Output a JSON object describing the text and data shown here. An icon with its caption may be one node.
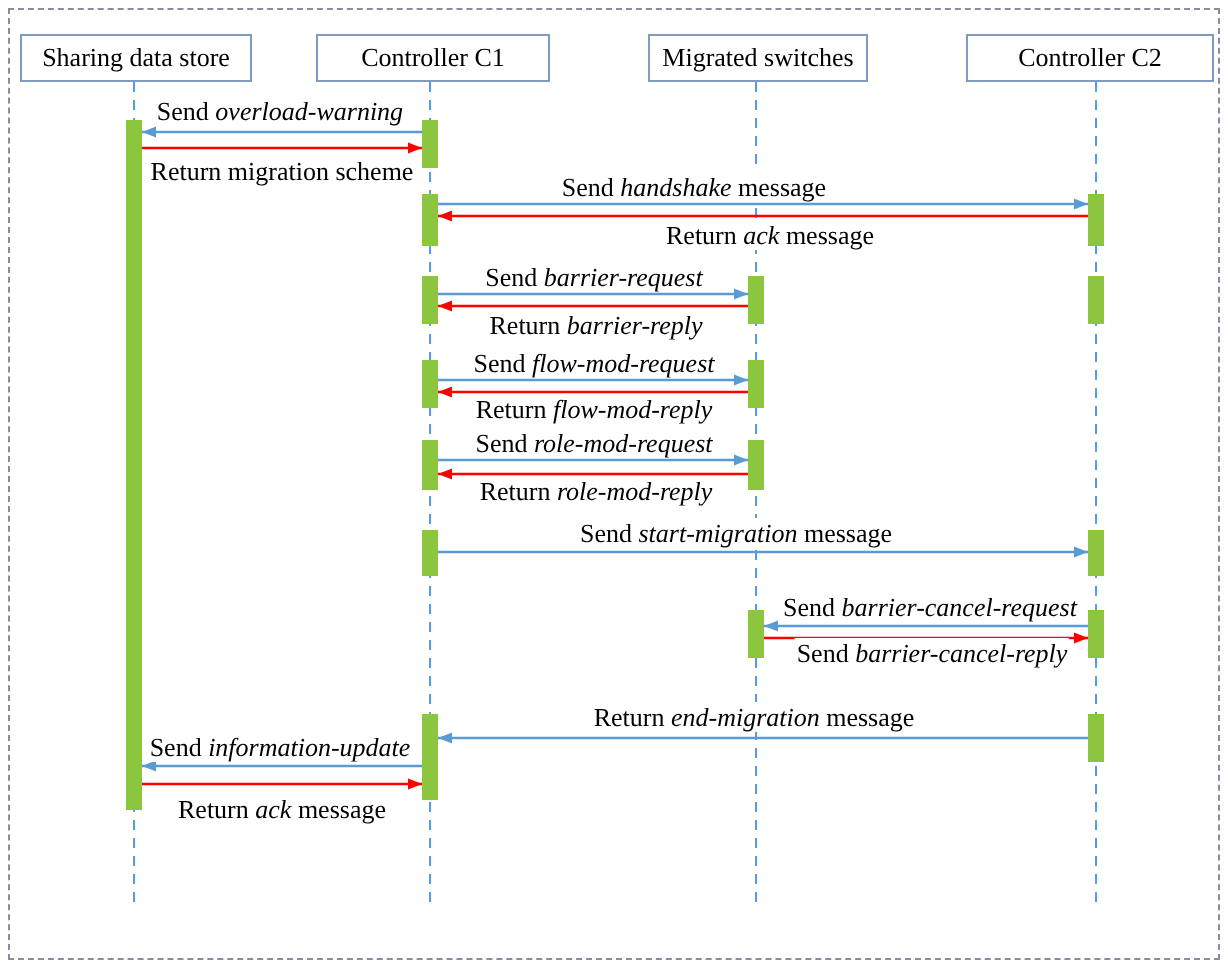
{
  "diagram": {
    "nodes": [
      {
        "text": [
          "Sharing data store"
        ]
      },
      {
        "text": [
          "Controller C1"
        ]
      },
      {
        "text": [
          "Migrated switches"
        ]
      },
      {
        "text": [
          "Controller C2"
        ]
      },
      {
        "text": [],
        "shape": "bar"
      },
      {
        "text": [],
        "shape": "bar"
      },
      {
        "text": [],
        "shape": "bar"
      },
      {
        "text": [],
        "shape": "bar"
      },
      {
        "text": [],
        "shape": "bar"
      },
      {
        "text": [],
        "shape": "bar"
      },
      {
        "text": [],
        "shape": "bar"
      },
      {
        "text": [],
        "shape": "bar"
      },
      {
        "text": [],
        "shape": "bar"
      },
      {
        "text": [],
        "shape": "bar"
      },
      {
        "text": [],
        "shape": "bar"
      },
      {
        "text": [],
        "shape": "bar"
      },
      {
        "text": [],
        "shape": "bar"
      },
      {
        "text": [],
        "shape": "bar"
      },
      {
        "text": [],
        "shape": "bar"
      },
      {
        "text": [],
        "shape": "bar"
      },
      {
        "text": [],
        "shape": "bar"
      }
    ],
    "edges": [
      {
        "from": 5,
        "to": 4,
        "arrow": "to",
        "label": "Send *overload-warning*"
      },
      {
        "from": 4,
        "to": 5,
        "arrow": "to",
        "label": "Return migration scheme",
        "color": "#ff0000"
      },
      {
        "from": 6,
        "to": 7,
        "arrow": "to",
        "label": "Send *handshake* message"
      },
      {
        "from": 7,
        "to": 6,
        "arrow": "to",
        "label": "Return *ack* message",
        "color": "#ff0000"
      },
      {
        "from": 8,
        "to": 9,
        "arrow": "to",
        "label": "Send *barrier-request*"
      },
      {
        "from": 9,
        "to": 8,
        "arrow": "to",
        "label": "Return *barrier-reply*",
        "color": "#ff0000"
      },
      {
        "from": 11,
        "to": 12,
        "arrow": "to",
        "label": "Send *flow-mod-request*"
      },
      {
        "from": 12,
        "to": 11,
        "arrow": "to",
        "label": "Return *flow-mod-reply*",
        "color": "#ff0000"
      },
      {
        "from": 13,
        "to": 14,
        "arrow": "to",
        "label": "Send *role-mod-request*"
      },
      {
        "from": 14,
        "to": 13,
        "arrow": "to",
        "label": "Return *role-mod-reply*",
        "color": "#ff0000"
      },
      {
        "from": 15,
        "to": 16,
        "arrow": "to",
        "label": "Send *start-migration* message"
      },
      {
        "from": 18,
        "to": 17,
        "arrow": "to",
        "label": "Send *barrier-cancel-request*"
      },
      {
        "from": 17,
        "to": 18,
        "arrow": "to",
        "label": "Send *barrier-cancel-reply*",
        "color": "#ff0000"
      },
      {
        "from": 20,
        "to": 19,
        "arrow": "to",
        "label": "Return *end-migration* message"
      },
      {
        "from": 19,
        "to": 4,
        "arrow": "to",
        "label": "Send *information-update*"
      },
      {
        "from": 4,
        "to": 19,
        "arrow": "to",
        "label": "Return *ack* message",
        "color": "#ff0000"
      }
    ]
  }
}
